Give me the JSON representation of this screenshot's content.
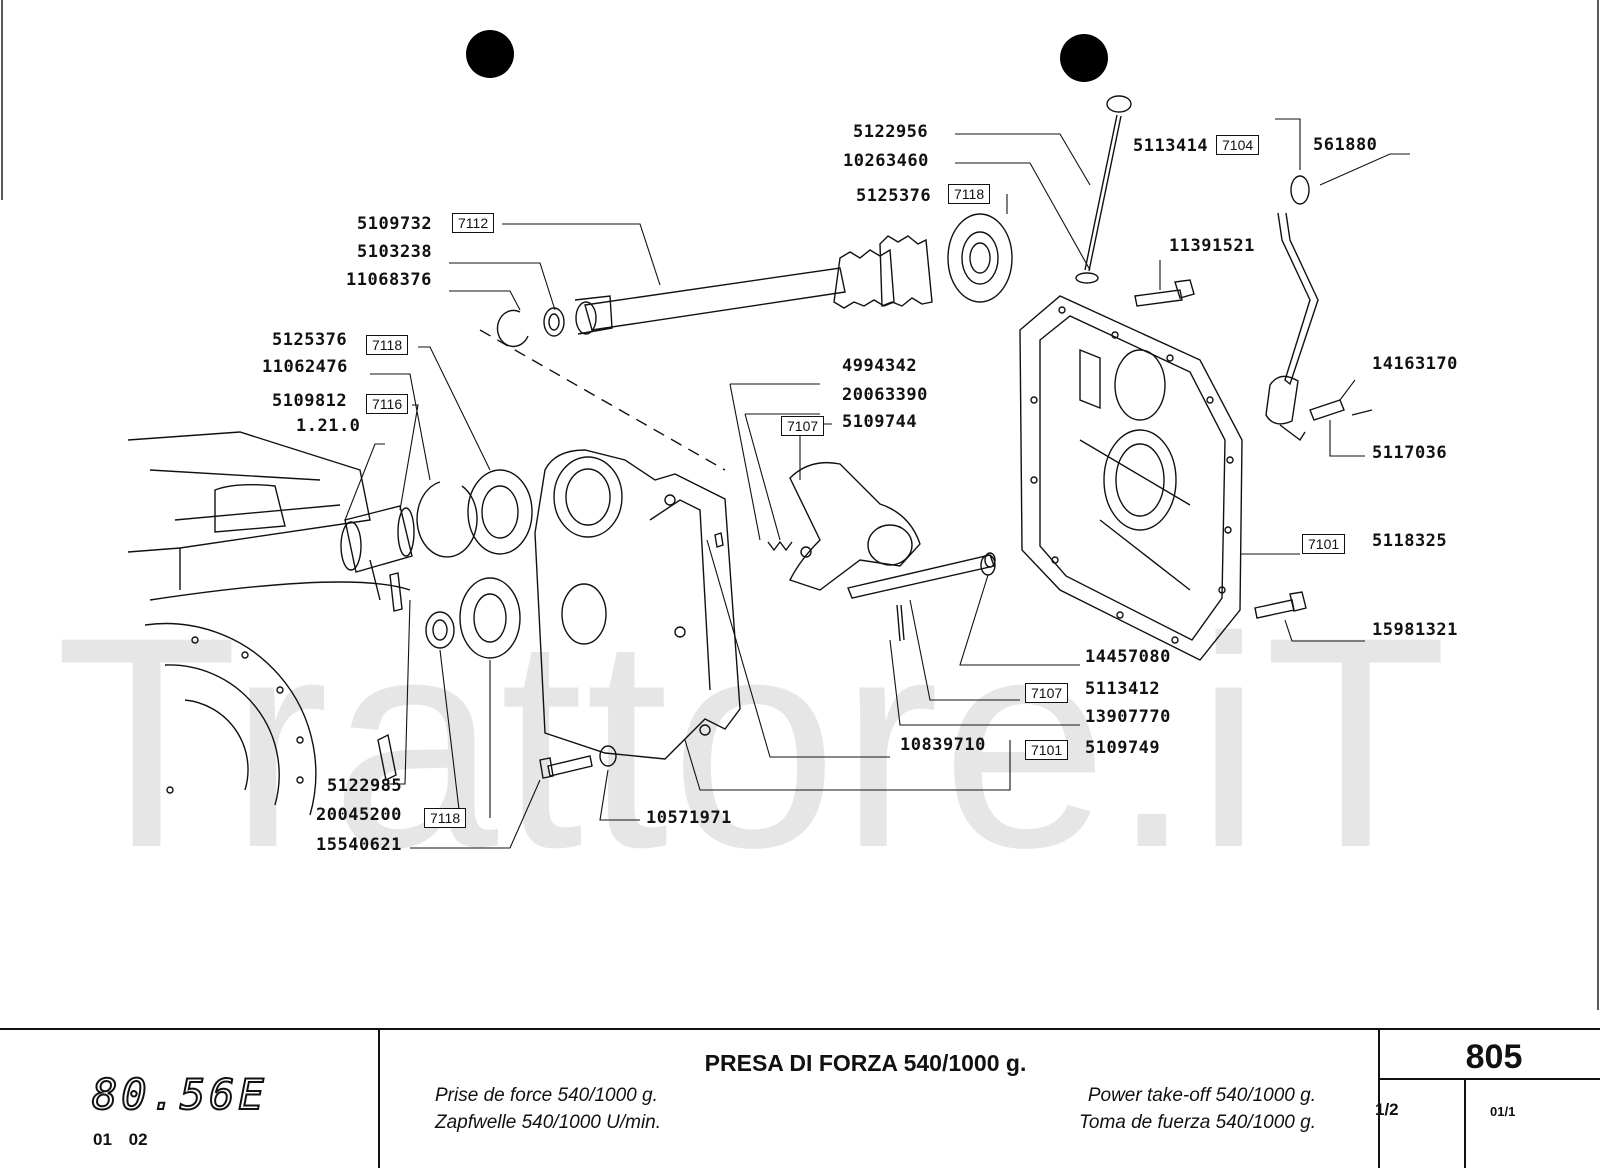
{
  "watermark": "Trattore.iT",
  "labels": {
    "p5122956": "5122956",
    "p10263460": "10263460",
    "p5125376_top": "5125376",
    "p5113414": "5113414",
    "p561880": "561880",
    "p11391521": "11391521",
    "p5109732": "5109732",
    "p5103238": "5103238",
    "p11068376": "11068376",
    "p5125376_left": "5125376",
    "p11062476": "11062476",
    "p5109812": "5109812",
    "p1210": "1.21.0",
    "p4994342": "4994342",
    "p20063390": "20063390",
    "p5109744": "5109744",
    "p14163170": "14163170",
    "p5117036": "5117036",
    "p5118325": "5118325",
    "p15981321": "15981321",
    "p14457080": "14457080",
    "p5113412": "5113412",
    "p13907770": "13907770",
    "p10839710": "10839710",
    "p5109749": "5109749",
    "p5122985": "5122985",
    "p20045200": "20045200",
    "p15540621": "15540621",
    "p10571971": "10571971"
  },
  "refs": {
    "r7104": "7104",
    "r7118_top": "7118",
    "r7112": "7112",
    "r7118_left": "7118",
    "r7116": "7116",
    "r7107_upper": "7107",
    "r7101_right": "7101",
    "r7107_lower": "7107",
    "r7101_lower": "7101",
    "r7118_bottom": "7118"
  },
  "titleblock": {
    "model": "80.56E",
    "code": "01 02",
    "title_it": "PRESA DI FORZA 540/1000 g.",
    "title_fr": "Prise de force 540/1000 g.",
    "title_de": "Zapfwelle 540/1000 U/min.",
    "title_en": "Power take-off 540/1000 g.",
    "title_es": "Toma de fuerza 540/1000 g.",
    "page": "805",
    "sheet": "1/2",
    "revision": "01/1"
  }
}
